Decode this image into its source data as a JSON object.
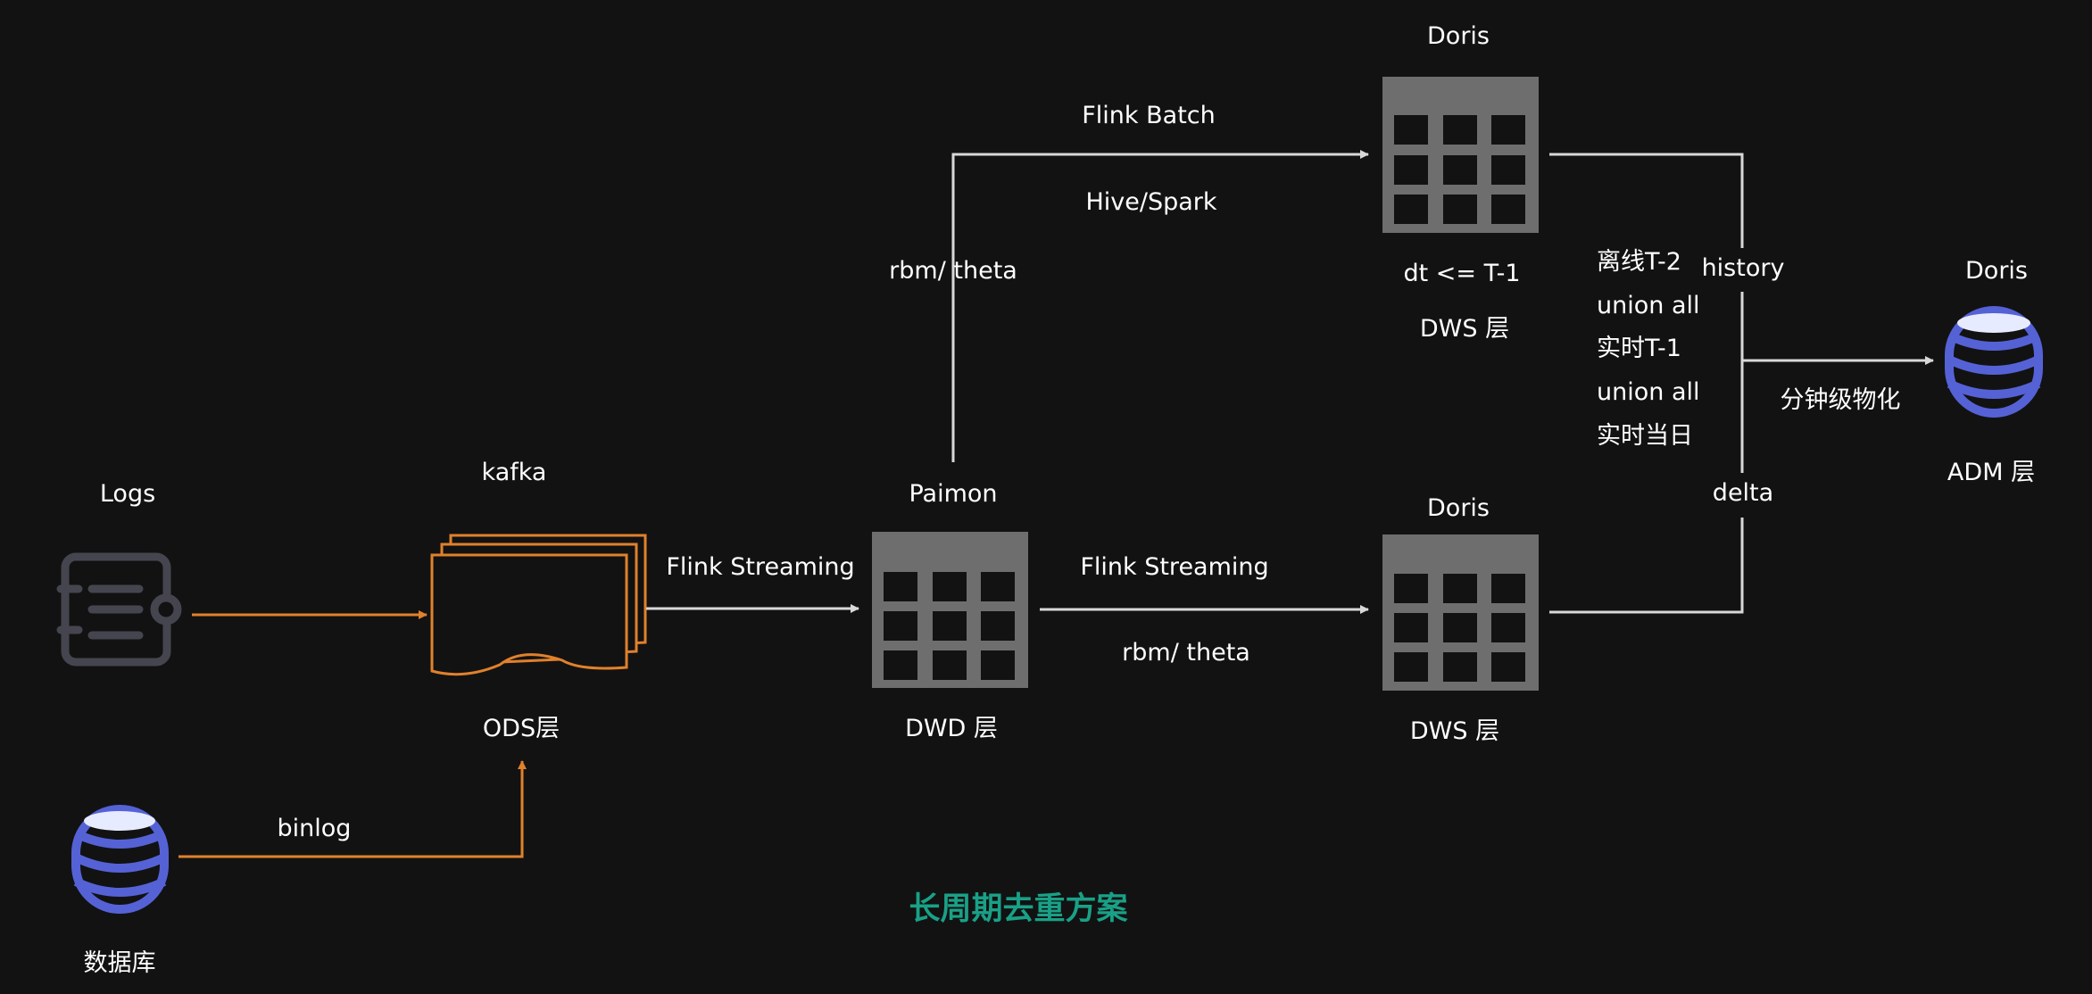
{
  "title": "长周期去重方案",
  "colors": {
    "background": "#121212",
    "text": "#ffffff",
    "flow_arrow": "#d8d8d8",
    "ingest_arrow": "#e0812c",
    "table": "#6e6e6e",
    "database": "#5562d6",
    "logs_icon": "#45454f",
    "title": "#19a187"
  },
  "nodes": {
    "logs": {
      "label": "Logs",
      "icon": "logs-icon"
    },
    "database": {
      "label": "数据库",
      "icon": "database-icon"
    },
    "kafka": {
      "top_label": "kafka",
      "bottom_label": "ODS层",
      "icon": "stacked-documents-icon"
    },
    "paimon": {
      "top_label": "Paimon",
      "bottom_label": "DWD 层",
      "icon": "table-icon"
    },
    "doris_batch": {
      "top_label": "Doris",
      "line1": "dt <= T-1",
      "line2": "DWS 层",
      "icon": "table-icon"
    },
    "doris_stream": {
      "top_label": "Doris",
      "bottom_label": "DWS 层",
      "icon": "table-icon"
    },
    "doris_adm": {
      "top_label": "Doris",
      "bottom_label": "ADM 层",
      "icon": "database-icon"
    }
  },
  "edges": {
    "binlog": "binlog",
    "kafka_to_paimon": "Flink  Streaming",
    "batch_top": "Flink  Batch",
    "batch_mid": "Hive/Spark",
    "batch_side": "rbm/ theta",
    "stream_top": "Flink  Streaming",
    "stream_bottom": "rbm/ theta",
    "history": "history",
    "delta": "delta",
    "union_lines": [
      "离线T-2",
      "union all",
      "实时T-1",
      "union all",
      "实时当日"
    ],
    "materialize": "分钟级物化"
  }
}
